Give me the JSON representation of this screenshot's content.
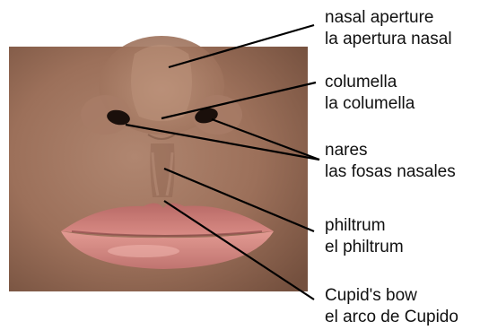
{
  "labels": {
    "nasal_aperture": {
      "en": "nasal aperture",
      "es": "la apertura nasal"
    },
    "columella": {
      "en": "columella",
      "es": "la columella"
    },
    "nares": {
      "en": "nares",
      "es": "las fosas nasales"
    },
    "philtrum": {
      "en": "philtrum",
      "es": "el philtrum"
    },
    "cupids_bow": {
      "en": "Cupid's bow",
      "es": "el arco de Cupido"
    }
  },
  "colors": {
    "skin": "#a47a62",
    "skin_shadow": "#6e4a3a",
    "lips": "#d0807b",
    "lip_highlight": "#eeb0a8",
    "leader_line": "#000000"
  }
}
